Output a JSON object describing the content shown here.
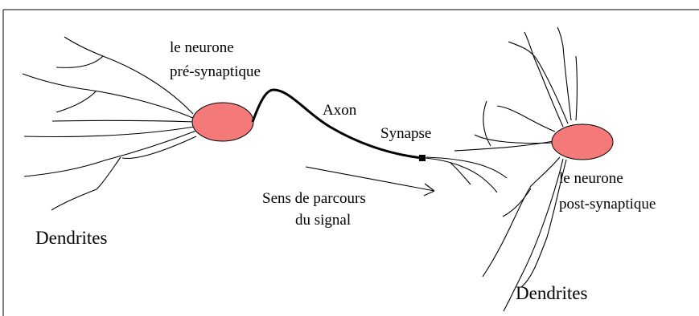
{
  "labels": {
    "pre_neuron_line1": "le neurone",
    "pre_neuron_line2": "pré-synaptique",
    "axon": "Axon",
    "synapse": "Synapse",
    "direction_line1": "Sens de parcours",
    "direction_line2": "du signal",
    "post_neuron_line1": "le neurone",
    "post_neuron_line2": "post-synaptique",
    "dendrites_left": "Dendrites",
    "dendrites_right": "Dendrites"
  },
  "colors": {
    "neuron_fill": "#f47a7a",
    "stroke": "#000000"
  }
}
